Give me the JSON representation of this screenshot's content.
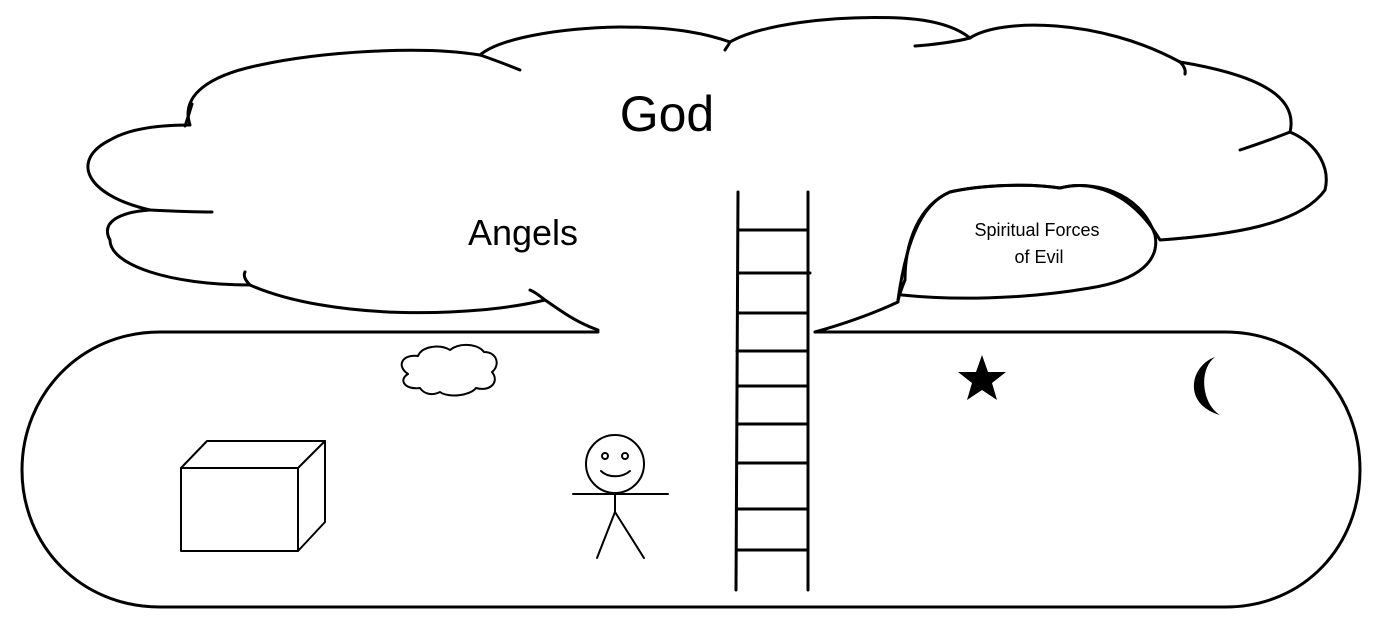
{
  "labels": {
    "god": "God",
    "angels": "Angels",
    "evil_line1": "Spiritual Forces",
    "evil_line2": "of Evil"
  },
  "icons": {
    "earth_cloud": "small-cloud-icon",
    "box": "box-icon",
    "person": "stick-figure-icon",
    "star": "star-icon",
    "moon": "crescent-moon-icon",
    "ladder": "ladder-icon"
  },
  "colors": {
    "ink": "#000000",
    "background": "#ffffff"
  }
}
